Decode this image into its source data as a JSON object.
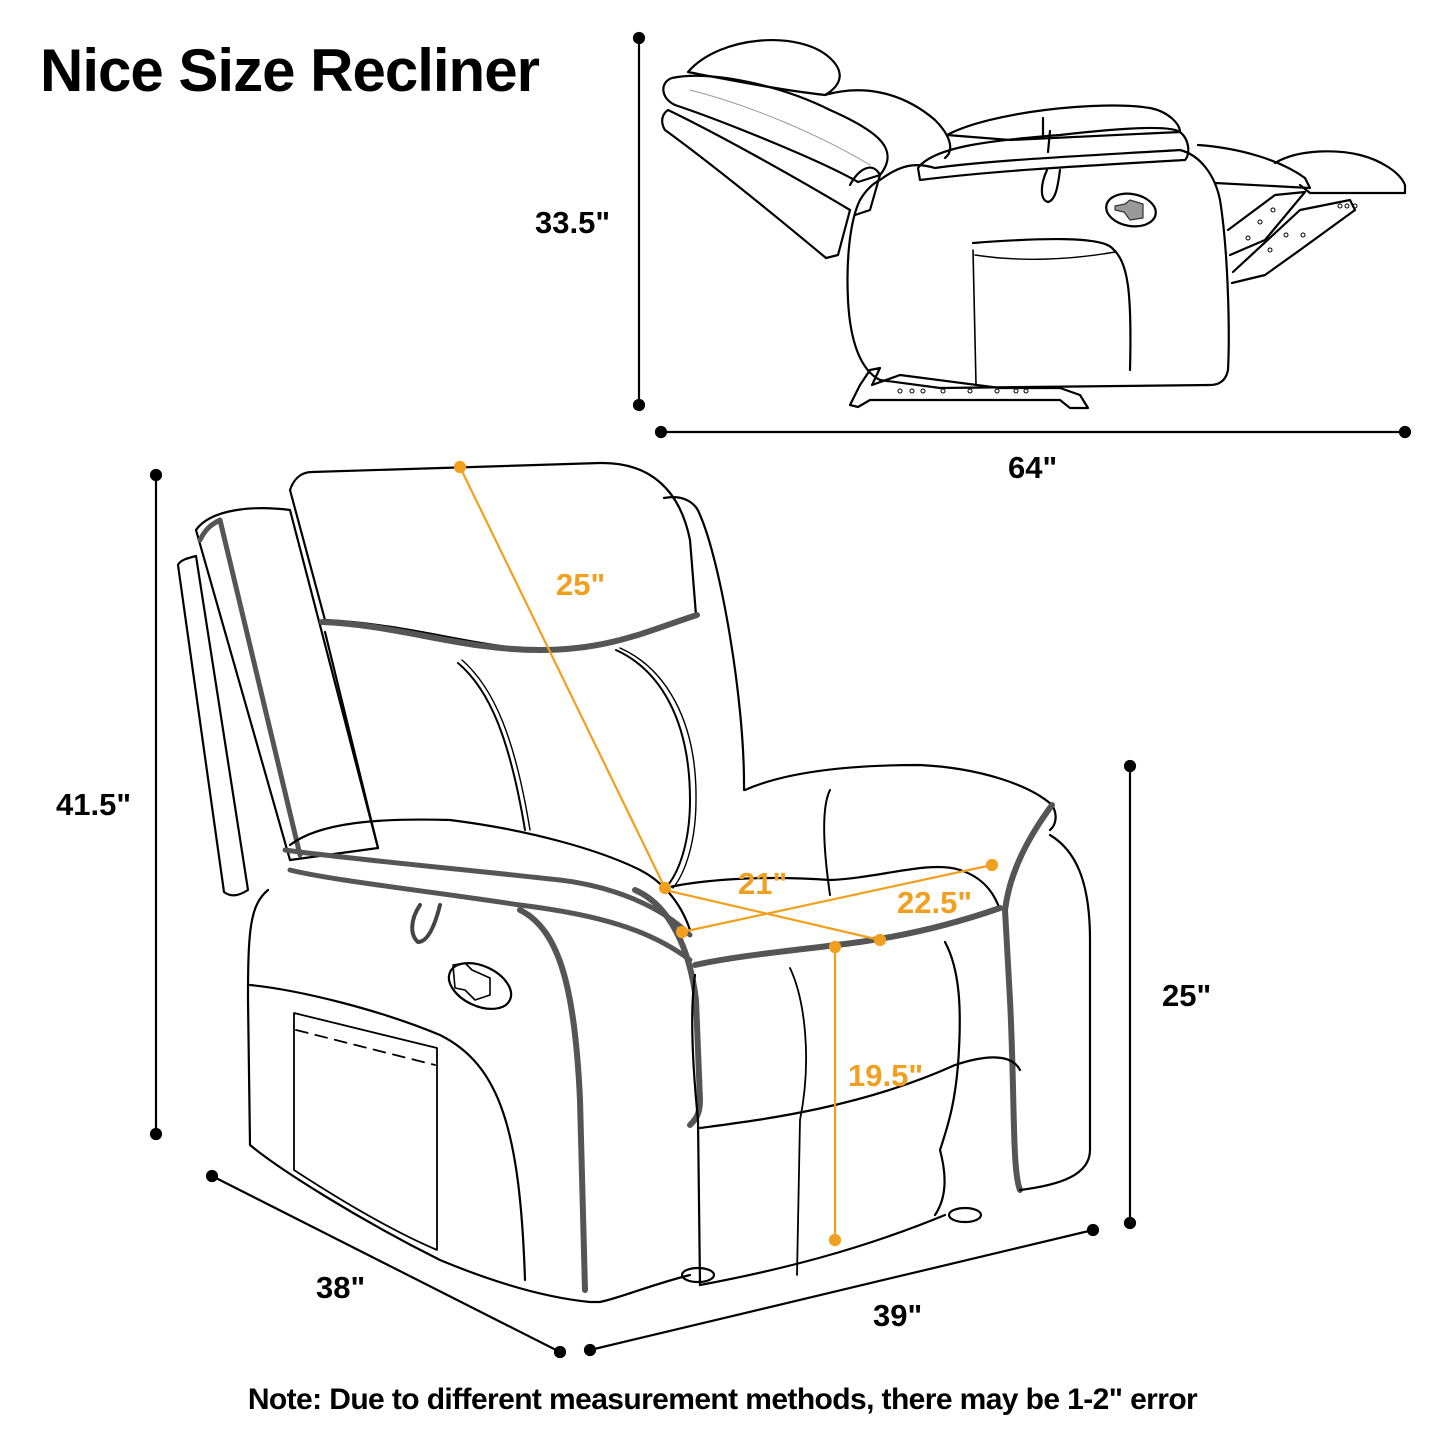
{
  "title": "Nice Size Recliner",
  "colors": {
    "line": "#000000",
    "accent": "#f0a01e",
    "piping": "#555555",
    "background": "#ffffff"
  },
  "side_view": {
    "label": "reclined-side-view",
    "dimensions": {
      "height": "33.5\"",
      "length": "64\""
    }
  },
  "front_view": {
    "label": "upright-three-quarter-view",
    "dimensions": {
      "overall_height": "41.5\"",
      "depth": "38\"",
      "width": "39\"",
      "arm_height": "25\"",
      "backrest_height": "25\"",
      "seat_depth": "21\"",
      "seat_width": "22.5\"",
      "seat_height": "19.5\""
    }
  },
  "note": "Note: Due to different measurement methods, there may be 1-2\" error"
}
